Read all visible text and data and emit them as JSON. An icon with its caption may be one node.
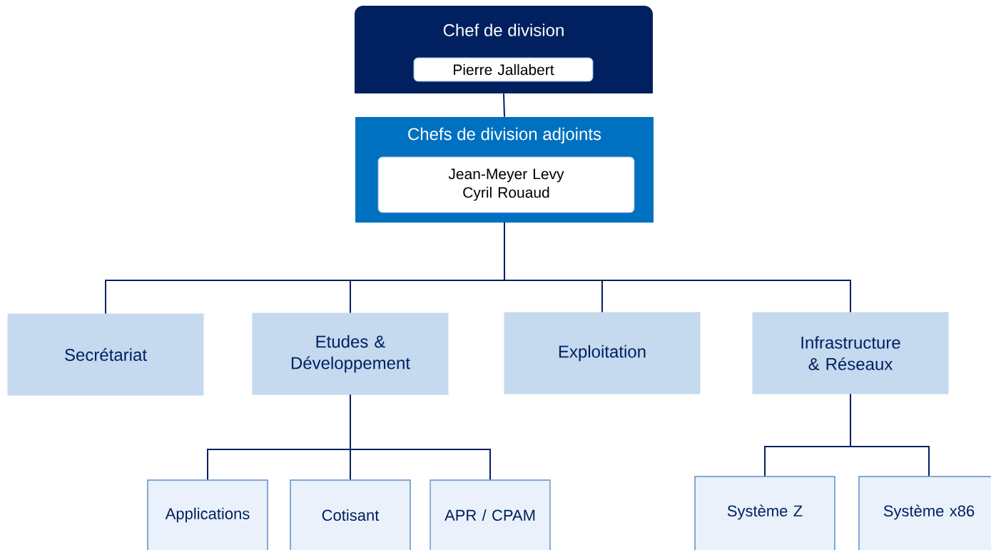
{
  "diagram": {
    "nodes": [
      {
        "text": [
          "Chef de division"
        ]
      },
      {
        "text": [
          "Pierre Jallabert"
        ],
        "in": 0
      },
      {
        "text": [
          "Chefs de division adjoints"
        ]
      },
      {
        "text": [
          "Jean-Meyer Levy",
          "Cyril Rouaud"
        ],
        "in": 2
      },
      {
        "text": [
          "Secrétariat"
        ]
      },
      {
        "text": [
          "Etudes & Développement"
        ]
      },
      {
        "text": [
          "Exploitation"
        ]
      },
      {
        "text": [
          "Infrastructure & Réseaux"
        ]
      },
      {
        "text": [
          "Applications"
        ]
      },
      {
        "text": [
          "Cotisant"
        ]
      },
      {
        "text": [
          "APR / CPAM"
        ]
      },
      {
        "text": [
          "Système Z"
        ]
      },
      {
        "text": [
          "Système x86"
        ]
      }
    ],
    "edges": [
      {
        "from": 0,
        "to": 2,
        "arrow": "none"
      },
      {
        "from": 2,
        "to": 4,
        "arrow": "none"
      },
      {
        "from": 2,
        "to": 5,
        "arrow": "none"
      },
      {
        "from": 2,
        "to": 6,
        "arrow": "none"
      },
      {
        "from": 2,
        "to": 7,
        "arrow": "none"
      },
      {
        "from": 5,
        "to": 8,
        "arrow": "none"
      },
      {
        "from": 5,
        "to": 9,
        "arrow": "none"
      },
      {
        "from": 5,
        "to": 10,
        "arrow": "none"
      },
      {
        "from": 7,
        "to": 11,
        "arrow": "none"
      },
      {
        "from": 7,
        "to": 12,
        "arrow": "none"
      }
    ]
  }
}
